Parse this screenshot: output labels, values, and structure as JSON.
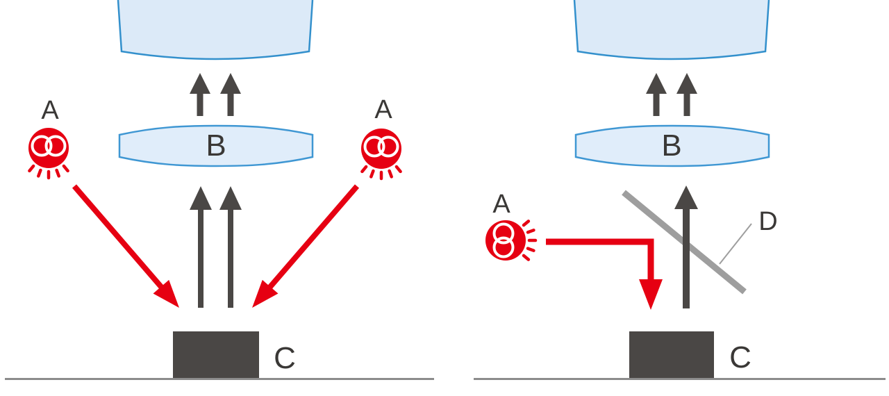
{
  "diagram": {
    "kind": "optical-illumination-diagram",
    "panels": {
      "left": {
        "label_source_left": "A",
        "label_source_right": "A",
        "label_lens": "B",
        "label_sample": "C"
      },
      "right": {
        "label_source": "A",
        "label_lens": "B",
        "label_sample": "C",
        "label_splitter": "D"
      }
    },
    "icons": [
      "light-source-lamp-icon",
      "beam-splitter",
      "up-arrow",
      "illumination-arrow"
    ],
    "colors": {
      "red": "#e60012",
      "dark_gray": "#4a4745",
      "lens_fill": "#dceaf8",
      "lens_stroke": "#3390cc",
      "beam_splitter_gray": "#9e9e9e",
      "baseline_gray": "#8c8c8c",
      "label_text": "#3a3836"
    }
  }
}
